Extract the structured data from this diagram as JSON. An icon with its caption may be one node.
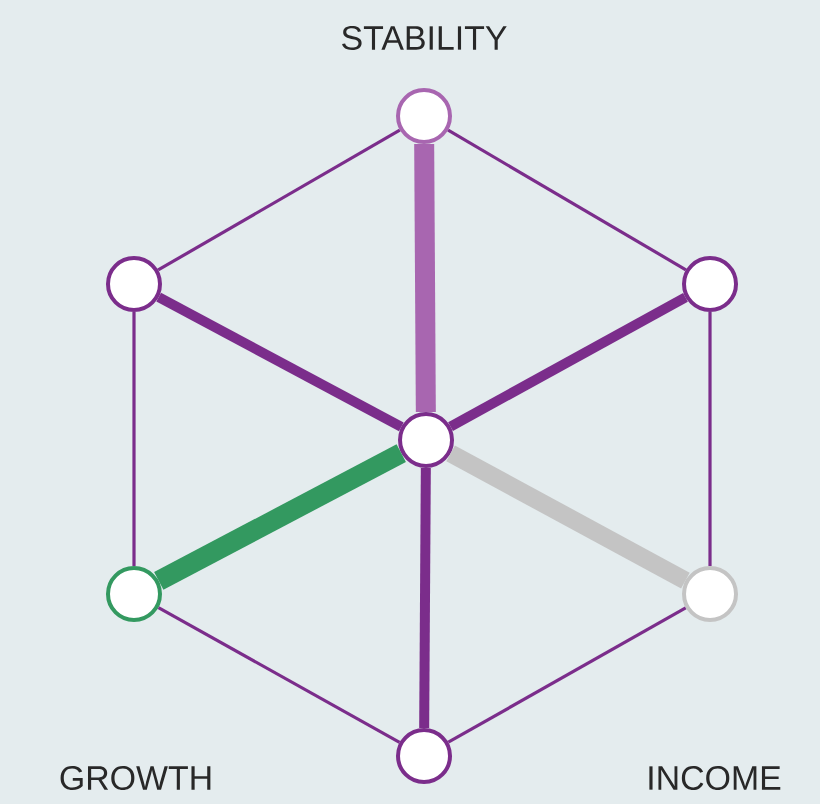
{
  "diagram": {
    "nodes": [
      {
        "text": [],
        "shape": "circle"
      },
      {
        "text": [],
        "shape": "circle"
      },
      {
        "text": [],
        "shape": "circle"
      },
      {
        "text": [],
        "shape": "circle"
      },
      {
        "text": [],
        "shape": "circle"
      },
      {
        "text": [],
        "shape": "circle"
      },
      {
        "text": [],
        "shape": "circle"
      }
    ],
    "edges": [
      {
        "from": 0,
        "to": 2,
        "arrow": "none"
      },
      {
        "from": 2,
        "to": 5,
        "arrow": "none"
      },
      {
        "from": 5,
        "to": 6,
        "arrow": "none"
      },
      {
        "from": 6,
        "to": 4,
        "arrow": "none"
      },
      {
        "from": 4,
        "to": 1,
        "arrow": "none"
      },
      {
        "from": 1,
        "to": 0,
        "arrow": "none"
      },
      {
        "from": 3,
        "to": 0,
        "arrow": "none",
        "style": "thick",
        "color": "#a866b0"
      },
      {
        "from": 3,
        "to": 1,
        "arrow": "none",
        "style": "thick"
      },
      {
        "from": 3,
        "to": 2,
        "arrow": "none",
        "style": "thick"
      },
      {
        "from": 3,
        "to": 4,
        "arrow": "none",
        "style": "thick",
        "color": "#339960"
      },
      {
        "from": 3,
        "to": 5,
        "arrow": "none",
        "style": "thick",
        "color": "#c4c4c4"
      },
      {
        "from": 3,
        "to": 6,
        "arrow": "none",
        "style": "thick"
      }
    ],
    "labels": [
      "STABILITY",
      "GROWTH",
      "INCOME"
    ]
  }
}
